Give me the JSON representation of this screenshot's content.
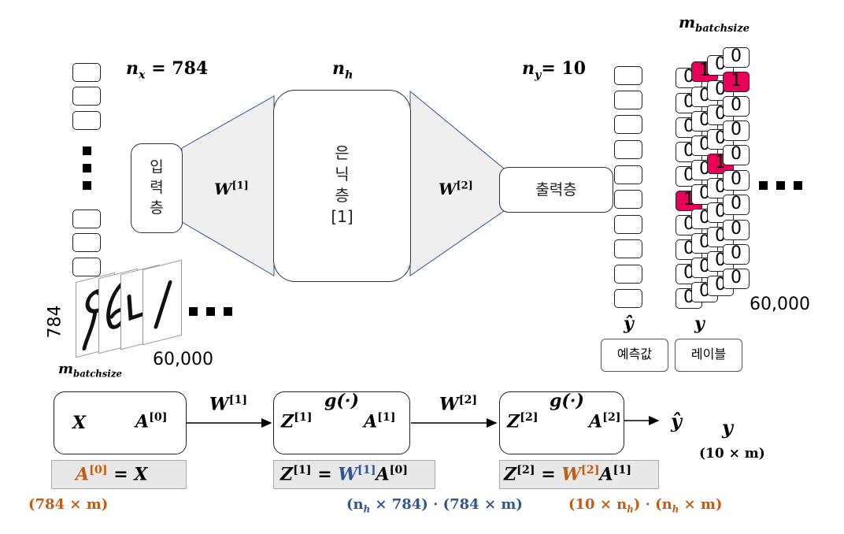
{
  "top": {
    "nx": "n",
    "nx_sub": "x",
    "nx_val": " = 784",
    "nh": "n",
    "nh_sub": "h",
    "ny": "n",
    "ny_sub": "y",
    "ny_val": "= 10",
    "mbatch_top": "m",
    "mbatch_top_sub": "batchsize"
  },
  "network": {
    "input_layer": [
      "입",
      "력",
      "층"
    ],
    "hidden_layer": [
      "은",
      "닉",
      "층",
      "[1]"
    ],
    "output_layer": "출력층",
    "w1": "W",
    "w1_sup": "[1]",
    "w2": "W",
    "w2_sup": "[2]"
  },
  "input_side": {
    "v784": "784",
    "count": "60,000",
    "mbatch": "m",
    "mbatch_sub": "batchsize"
  },
  "output_side": {
    "yhat": "ŷ",
    "y": "y",
    "pred_label": "예측값",
    "label_label": "레이블",
    "count": "60,000",
    "label_front": [
      "0",
      "1",
      "0",
      "0",
      "0",
      "0",
      "0",
      "0",
      "0",
      "0"
    ],
    "label_back_digits": [
      "1",
      "0",
      "0",
      "0",
      "1",
      "0",
      "0",
      "0",
      "0",
      "0"
    ]
  },
  "flow": {
    "box1": {
      "X": "X",
      "A0": "A",
      "A0_sup": "[0]"
    },
    "w1": "W",
    "w1_sup": "[1]",
    "box2": {
      "Z1": "Z",
      "Z1_sup": "[1]",
      "g": "g(·)",
      "A1": "A",
      "A1_sup": "[1]"
    },
    "w2": "W",
    "w2_sup": "[2]",
    "box3": {
      "Z2": "Z",
      "Z2_sup": "[2]",
      "g": "g(·)",
      "A2": "A",
      "A2_sup": "[2]"
    },
    "yhat": "ŷ",
    "y": "y",
    "y_dim": "(10 × m)"
  },
  "equations": {
    "eq1": {
      "lhs": "A",
      "lhs_sup": "[0]",
      "rhs": " = X"
    },
    "eq2": {
      "lhs": "Z",
      "lhs_sup": "[1]",
      "eq": " = ",
      "w": "W",
      "w_sup": "[1]",
      "a": "A",
      "a_sup": "[0]"
    },
    "eq3": {
      "lhs": "Z",
      "lhs_sup": "[2]",
      "eq": " = ",
      "w": "W",
      "w_sup": "[2]",
      "a": "A",
      "a_sup": "[1]"
    }
  },
  "dims": {
    "d1": "(784 × m)",
    "d2": "(n",
    "d2_sub": "h",
    "d2_rest": " × 784) · (784 × m)",
    "d3": "(10 × n",
    "d3_sub": "h",
    "d3_mid": ") · (n",
    "d3_sub2": "h",
    "d3_rest": " × m)"
  },
  "colors": {
    "highlight": "#e8005a",
    "orange": "#c55a11",
    "blue": "#2f5597",
    "equation_bg": "#e8e8e8"
  }
}
